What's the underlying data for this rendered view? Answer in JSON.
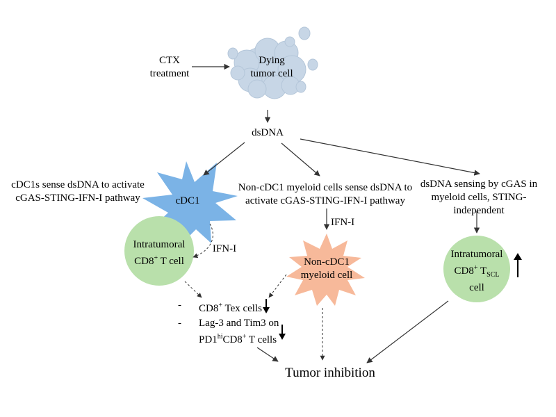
{
  "colors": {
    "cloud": "#c7d6e6",
    "cloud_outline": "#b4c6d9",
    "star_cdc1": "#7bb3e6",
    "star_noncdc1": "#f7b99a",
    "circle_green": "#b9e0ab",
    "arrow": "#333333"
  },
  "icons": [
    "dying-cell-cloud",
    "cdc1-star",
    "noncdc1-star",
    "tcell-circle",
    "arrow-up-icon",
    "arrow-down-icon"
  ],
  "nodes": {
    "ctx": "CTX\ntreatment",
    "dying_cell": "Dying\ntumor cell",
    "dsdna": "dsDNA",
    "cdc1": "cDC1",
    "noncdc1": "Non-cDC1\nmyeloid cell",
    "tcell_left_line1": "Intratumoral",
    "tcell_left_line2_pre": "CD8",
    "tcell_left_line2_sup": "+",
    "tcell_left_line2_post": " T cell",
    "tcell_right_line1": "Intratumoral",
    "tcell_right_line2_pre": "CD8",
    "tcell_right_line2_sup": "+",
    "tcell_right_line2_mid": " T",
    "tcell_right_line2_sub": "SCL",
    "tcell_right_line3": "cell",
    "tumor_inhibition": "Tumor inhibition"
  },
  "annotations": {
    "left_pathway": "cDC1s sense dsDNA to activate\ncGAS-STING-IFN-I pathway",
    "mid_pathway": "Non-cDC1 myeloid cells sense dsDNA to\nactivate cGAS-STING-IFN-I pathway",
    "right_pathway": "dsDNA sensing by cGAS in\nmyeloid cells, STING-\nindependent",
    "ifn_left": "IFN-I",
    "ifn_mid": "IFN-I"
  },
  "effects": {
    "dash": "-",
    "item1_pre": "CD8",
    "item1_sup": "+",
    "item1_post": " Tex cells",
    "item2_line1": "Lag-3 and Tim3 on",
    "item2_line2_pre": "PD1",
    "item2_line2_sup": "hi",
    "item2_line2_mid": "CD8",
    "item2_line2_sup2": "+",
    "item2_line2_post": " T cells"
  }
}
